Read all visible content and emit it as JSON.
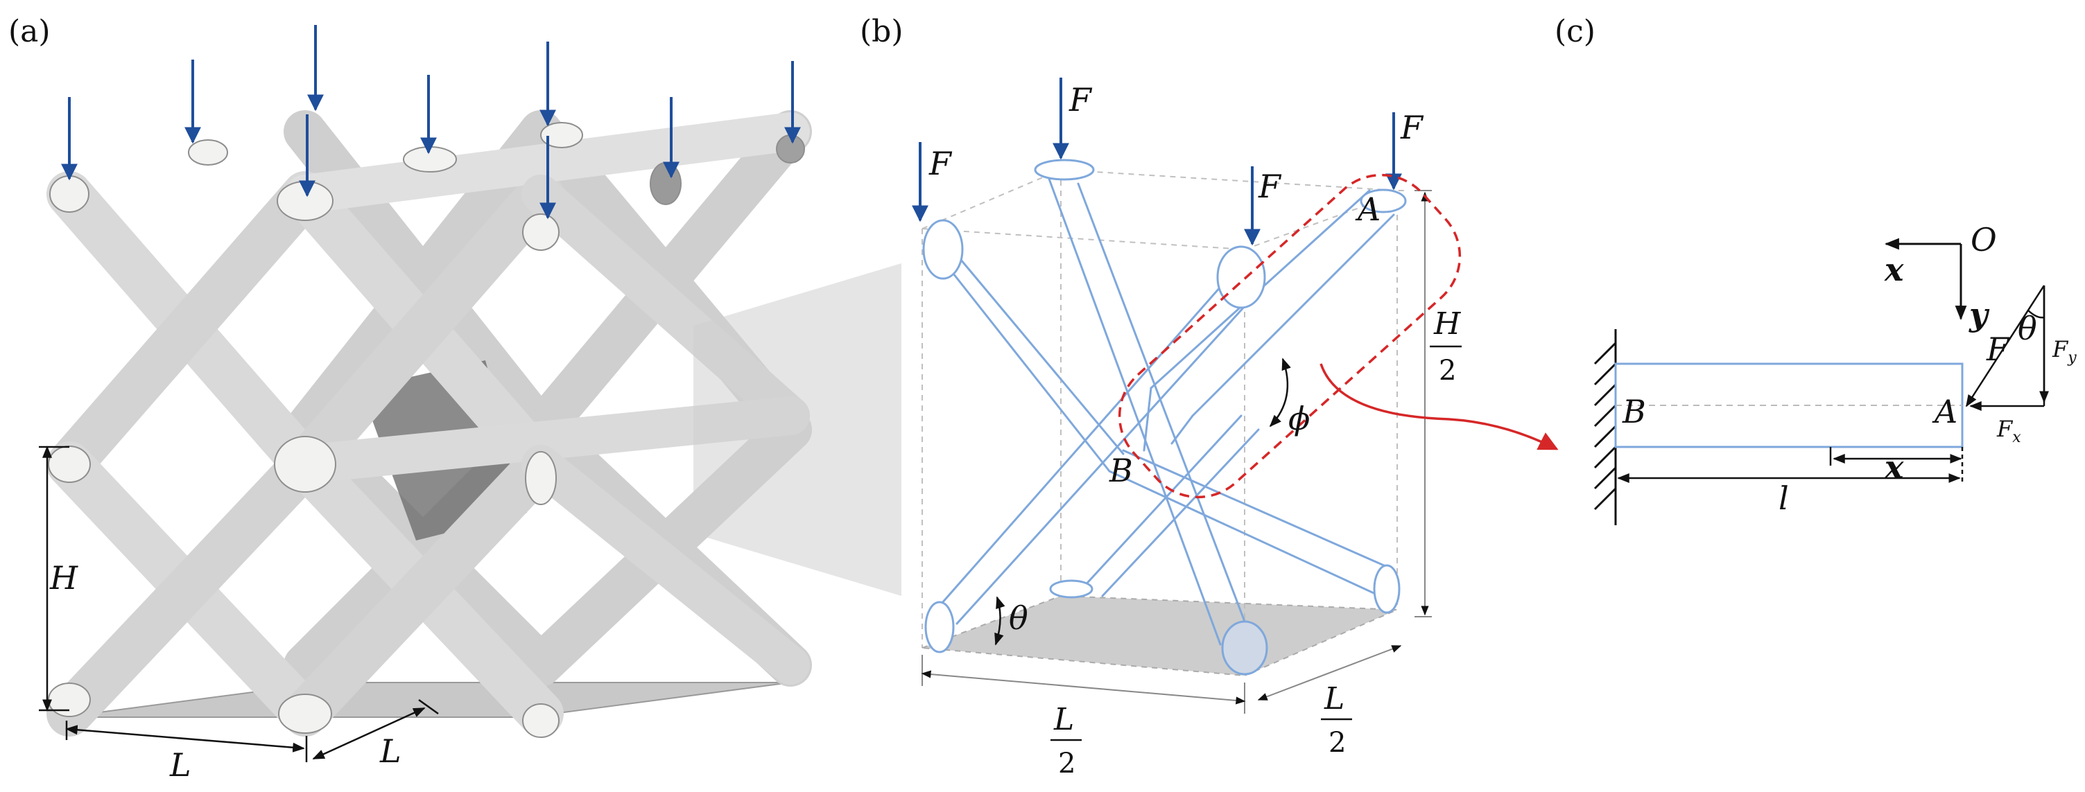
{
  "panels": {
    "a": {
      "label": "(a)",
      "dims": {
        "height": "H",
        "length1": "L",
        "length2": "L"
      }
    },
    "b": {
      "label": "(b)",
      "forces": [
        "F",
        "F",
        "F",
        "F"
      ],
      "points": {
        "A": "A",
        "B": "B"
      },
      "angles": {
        "theta": "θ",
        "phi": "ϕ"
      },
      "dims": {
        "height_num": "H",
        "height_den": "2",
        "length1_num": "L",
        "length1_den": "2",
        "length2_num": "L",
        "length2_den": "2"
      }
    },
    "c": {
      "label": "(c)",
      "axes": {
        "origin": "O",
        "x": "x",
        "y": "y"
      },
      "points": {
        "A": "A",
        "B": "B"
      },
      "force": {
        "F": "F",
        "Fx": "F",
        "Fx_sub": "x",
        "Fy": "F",
        "Fy_sub": "y",
        "theta": "θ"
      },
      "dims": {
        "x": "x",
        "l": "l"
      }
    }
  },
  "colors": {
    "arrow": "#1f4e9b",
    "strut_fill": "#d9d9d9",
    "strut_edge": "#9a9a9a",
    "wire": "#7fa8dc",
    "dashed_box": "#bfbfbf",
    "highlight": "#d62728",
    "base_fill": "#bdbdbd"
  }
}
